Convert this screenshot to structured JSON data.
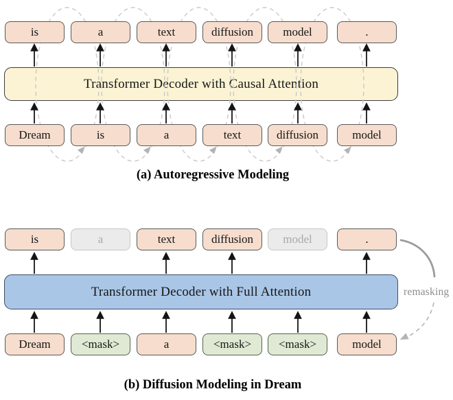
{
  "figure": {
    "panel_a": {
      "caption": "(a) Autoregressive Modeling",
      "decoder_label": "Transformer Decoder with Causal Attention",
      "outputs": [
        {
          "label": "is",
          "style": "peach"
        },
        {
          "label": "a",
          "style": "peach"
        },
        {
          "label": "text",
          "style": "peach"
        },
        {
          "label": "diffusion",
          "style": "peach"
        },
        {
          "label": "model",
          "style": "peach"
        },
        {
          "label": ".",
          "style": "peach"
        }
      ],
      "inputs": [
        {
          "label": "Dream",
          "style": "peach"
        },
        {
          "label": "is",
          "style": "peach"
        },
        {
          "label": "a",
          "style": "peach"
        },
        {
          "label": "text",
          "style": "peach"
        },
        {
          "label": "diffusion",
          "style": "peach"
        },
        {
          "label": "model",
          "style": "peach"
        }
      ]
    },
    "panel_b": {
      "caption": "(b) Diffusion Modeling in Dream",
      "decoder_label": "Transformer Decoder with Full Attention",
      "remasking_label": "remasking",
      "outputs": [
        {
          "label": "is",
          "style": "peach"
        },
        {
          "label": "a",
          "style": "gray"
        },
        {
          "label": "text",
          "style": "peach"
        },
        {
          "label": "diffusion",
          "style": "peach"
        },
        {
          "label": "model",
          "style": "gray"
        },
        {
          "label": ".",
          "style": "peach"
        }
      ],
      "inputs": [
        {
          "label": "Dream",
          "style": "peach"
        },
        {
          "label": "<mask>",
          "style": "green"
        },
        {
          "label": "a",
          "style": "peach"
        },
        {
          "label": "<mask>",
          "style": "green"
        },
        {
          "label": "<mask>",
          "style": "green"
        },
        {
          "label": "model",
          "style": "peach"
        }
      ]
    },
    "colors": {
      "token_peach_fill": "#f6ddcd",
      "token_gray_fill": "#ebebeb",
      "token_gray_text": "#a9a9a9",
      "token_mask_green_fill": "#dfe9d3",
      "decoder_causal_fill": "#fbf3d3",
      "decoder_full_fill": "#a9c6e7",
      "loop_dash_gray": "#c9c9c9",
      "remasking_text_gray": "#8c8c8c",
      "arrow_black": "#141414"
    }
  }
}
